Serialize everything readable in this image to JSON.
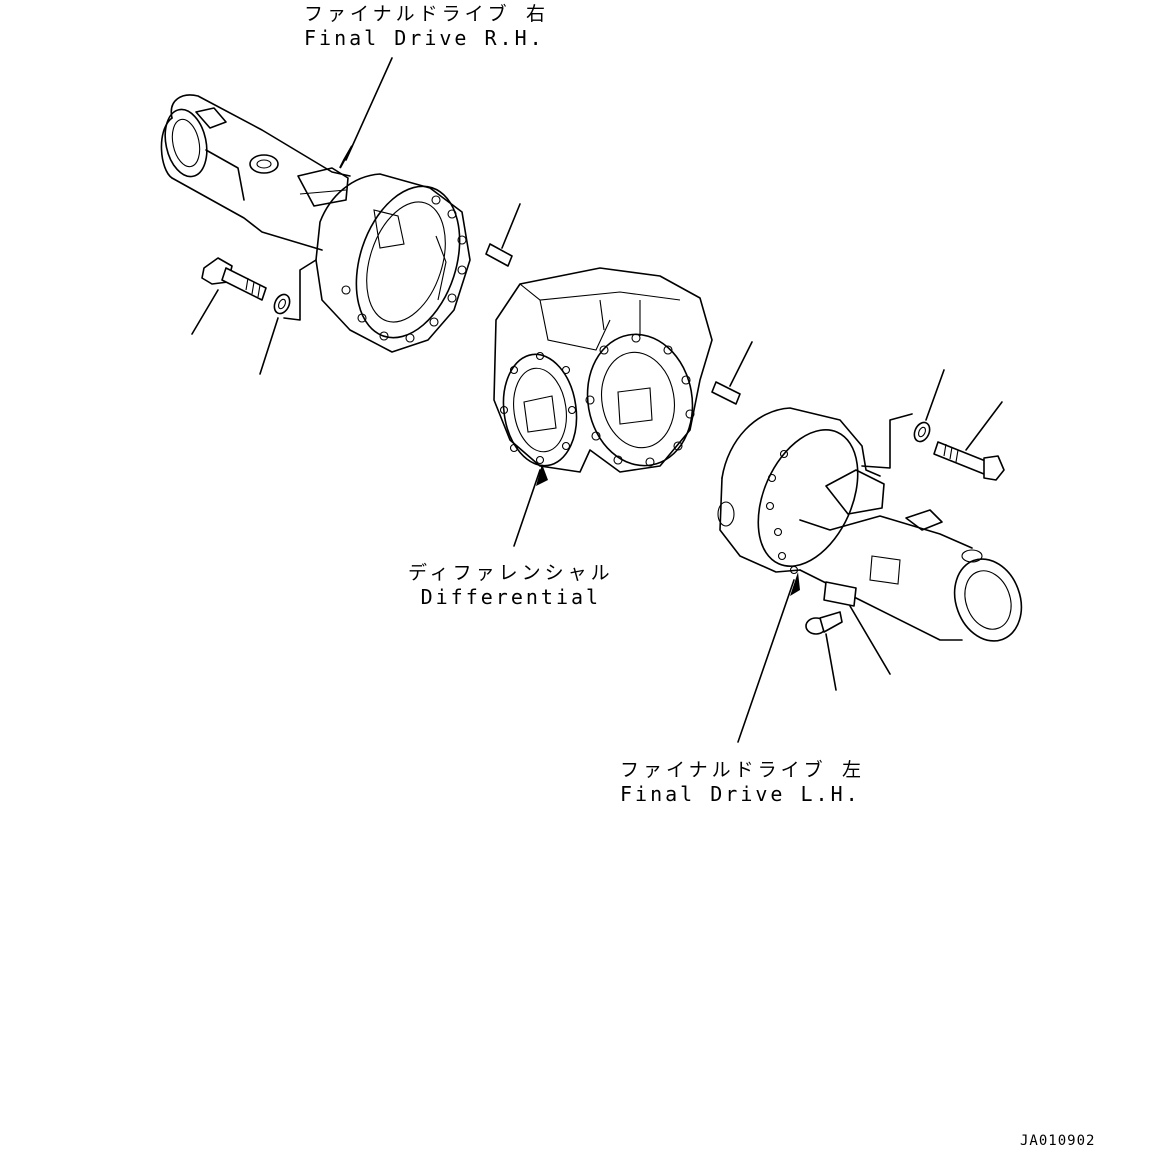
{
  "labels": {
    "final_drive_rh": {
      "jp": "ファイナルドライブ 右",
      "en": "Final Drive R.H."
    },
    "differential": {
      "jp": "ディファレンシャル",
      "en": "Differential"
    },
    "final_drive_lh": {
      "jp": "ファイナルドライブ 左",
      "en": "Final Drive L.H."
    }
  },
  "drawing_code": "JA010902",
  "colors": {
    "line": "#000000",
    "background": "#ffffff"
  }
}
